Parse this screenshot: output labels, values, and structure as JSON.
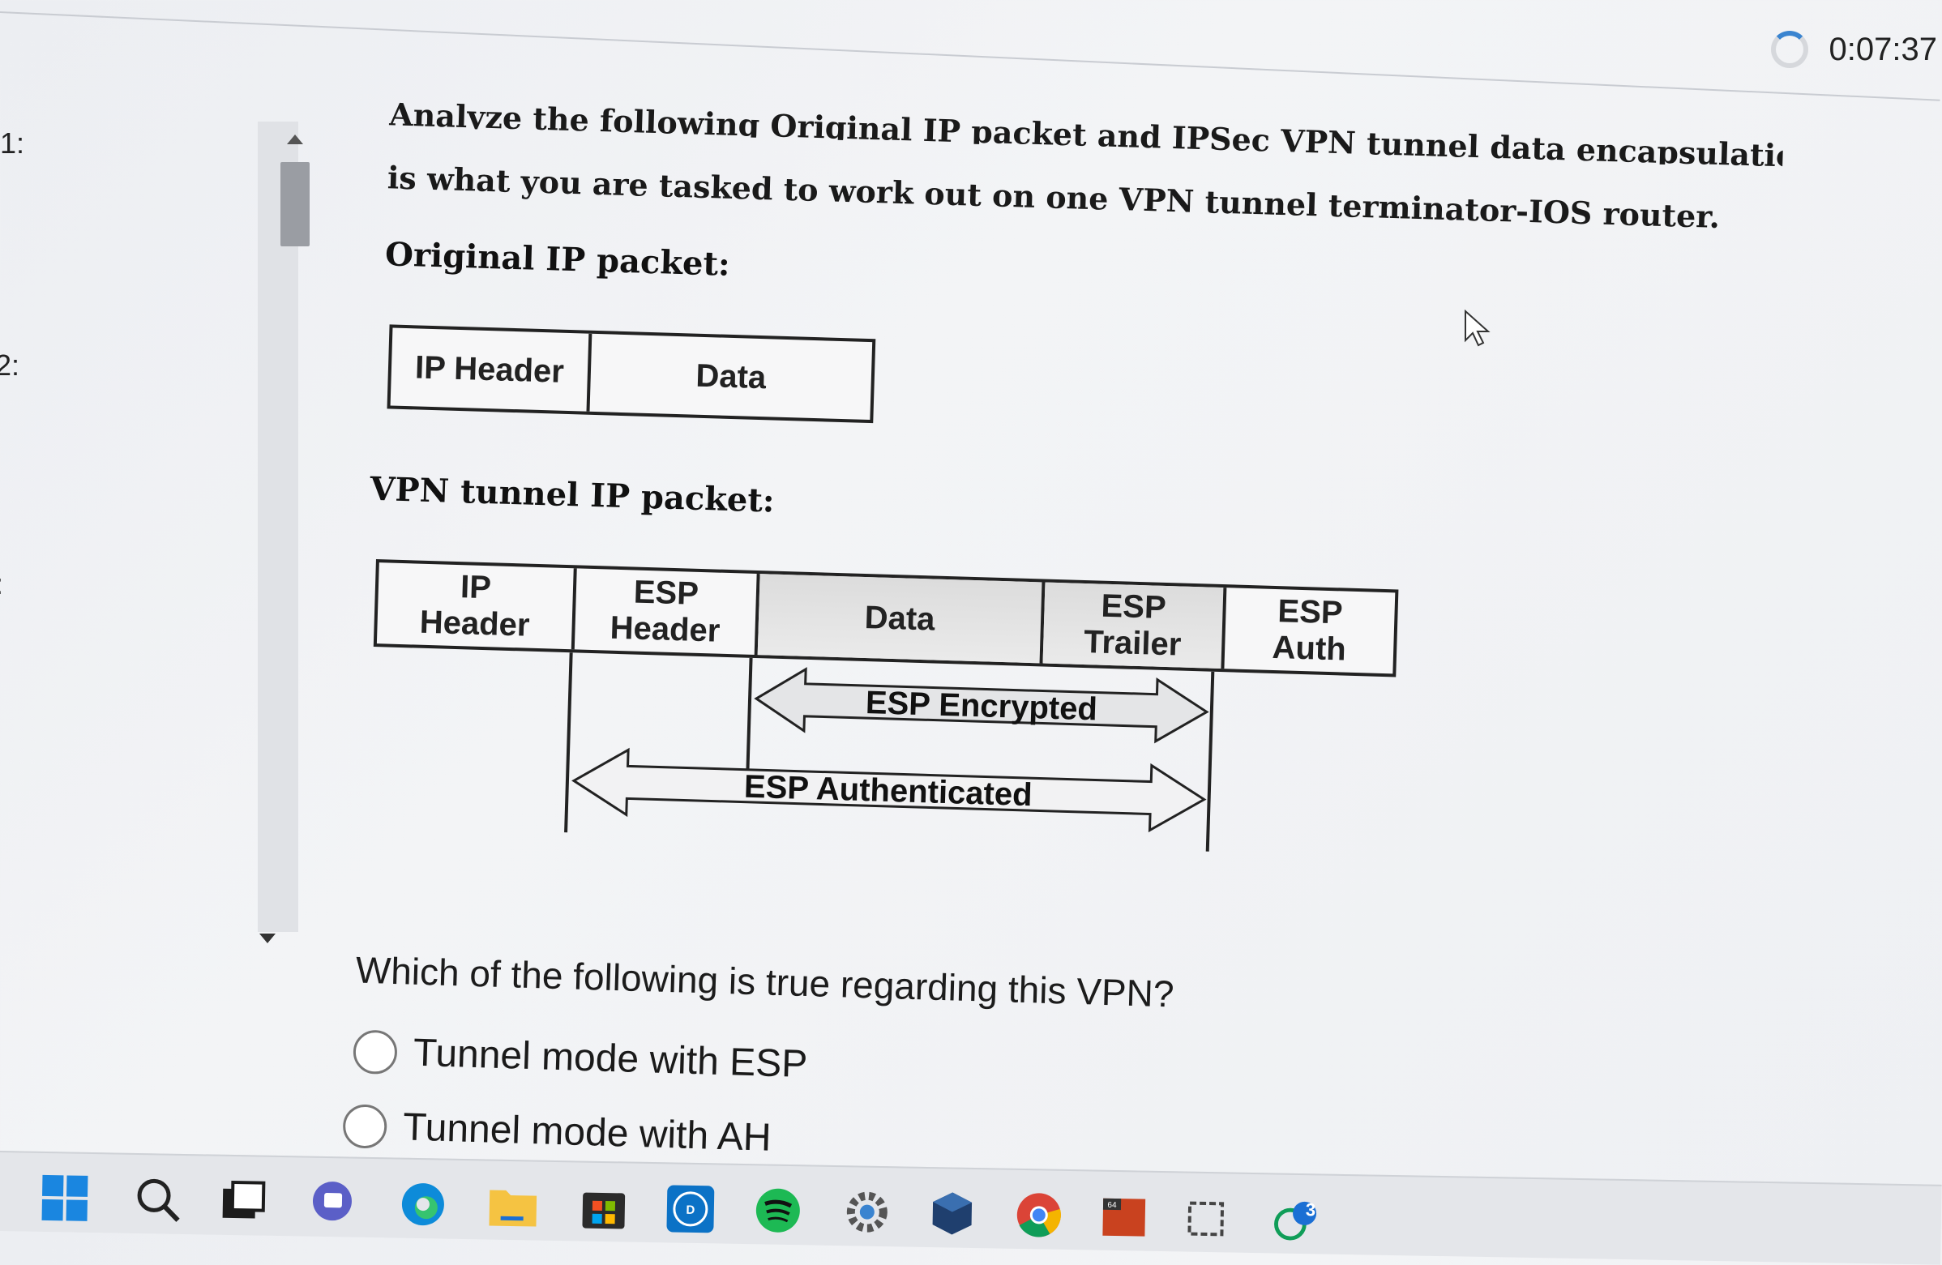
{
  "timer": {
    "elapsed": "0:07:37"
  },
  "question_nav": [
    "1:",
    "2:",
    ":"
  ],
  "question": {
    "intro_line1": "Analyze the following Original IP packet and IPSec VPN tunnel data encapsulation. It",
    "intro_line2": "is what you are tasked to work out on one VPN tunnel terminator-IOS router.",
    "original_heading": "Original IP packet:",
    "original_packet": [
      "IP Header",
      "Data"
    ],
    "vpn_heading": "VPN tunnel IP packet:",
    "vpn_packet": {
      "ip_header": "IP\nHeader",
      "esp_header": "ESP\nHeader",
      "data": "Data",
      "esp_trailer": "ESP\nTrailer",
      "esp_auth": "ESP\nAuth"
    },
    "encrypted_label": "ESP Encrypted",
    "authenticated_label": "ESP Authenticated",
    "prompt": "Which of the following is true regarding this VPN?",
    "options": [
      "Tunnel mode with ESP",
      "Tunnel mode with AH"
    ]
  },
  "taskbar": {
    "items": [
      "windows-start",
      "search",
      "task-view",
      "chat",
      "edge",
      "file-explorer",
      "microsoft-store",
      "dell",
      "spotify",
      "settings",
      "virtualbox",
      "chrome",
      "app-64",
      "snipping-tool",
      "notifications"
    ],
    "badge_count": "3"
  },
  "colors": {
    "accent": "#3a84d0",
    "spotify": "#1db954",
    "chrome_red": "#db4437",
    "store_blue": "#0078d4"
  }
}
